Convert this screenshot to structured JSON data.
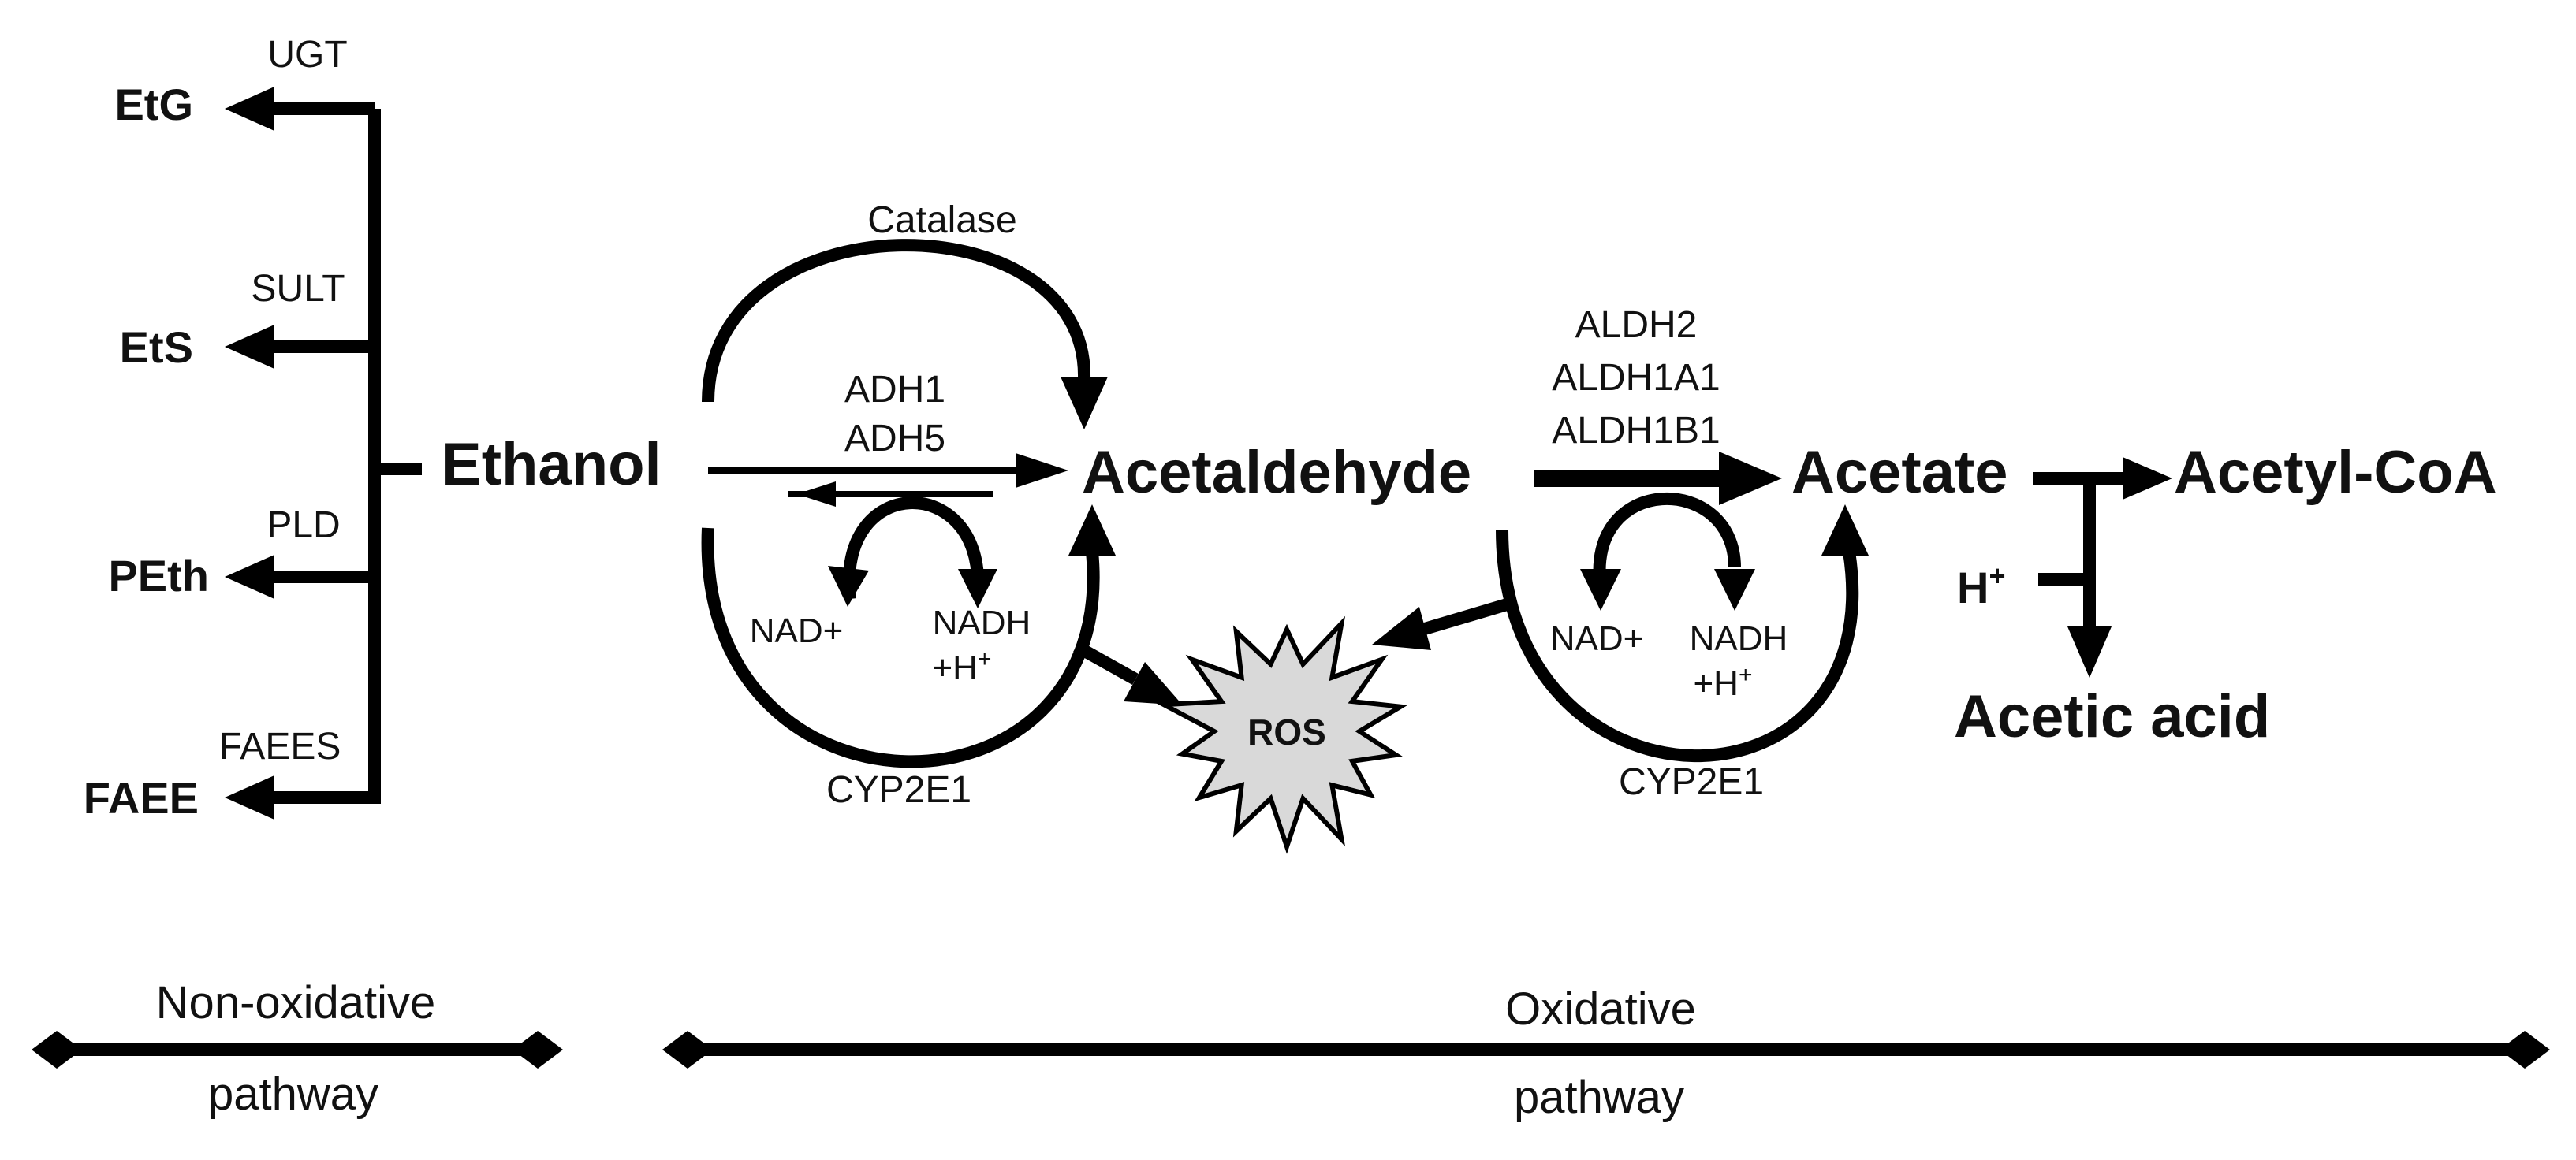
{
  "colors": {
    "ink": "#000000",
    "ros_fill": "#d9d9d9"
  },
  "non_oxidative": {
    "metabolites": [
      "EtG",
      "EtS",
      "PEth",
      "FAEE"
    ],
    "enzymes": [
      "UGT",
      "SULT",
      "PLD",
      "FAEES"
    ]
  },
  "compounds": {
    "ethanol": "Ethanol",
    "acetaldehyde": "Acetaldehyde",
    "acetate": "Acetate",
    "acetyl_coa": "Acetyl-CoA",
    "acetic_acid": "Acetic acid",
    "proton": "H",
    "proton_sup": "+",
    "ros": "ROS"
  },
  "step1": {
    "catalase": "Catalase",
    "adh": [
      "ADH1",
      "ADH5"
    ],
    "cofactor_in": "NAD+",
    "cofactor_out_1": "NADH",
    "cofactor_out_2": "+H",
    "cofactor_out_sup": "+",
    "cyp": "CYP2E1"
  },
  "step2": {
    "aldh": [
      "ALDH2",
      "ALDH1A1",
      "ALDH1B1"
    ],
    "cofactor_in": "NAD+",
    "cofactor_out_1": "NADH",
    "cofactor_out_2": "+H",
    "cofactor_out_sup": "+",
    "cyp": "CYP2E1"
  },
  "legend": {
    "non_oxidative_top": "Non-oxidative",
    "non_oxidative_bottom": "pathway",
    "oxidative_top": "Oxidative",
    "oxidative_bottom": "pathway"
  }
}
